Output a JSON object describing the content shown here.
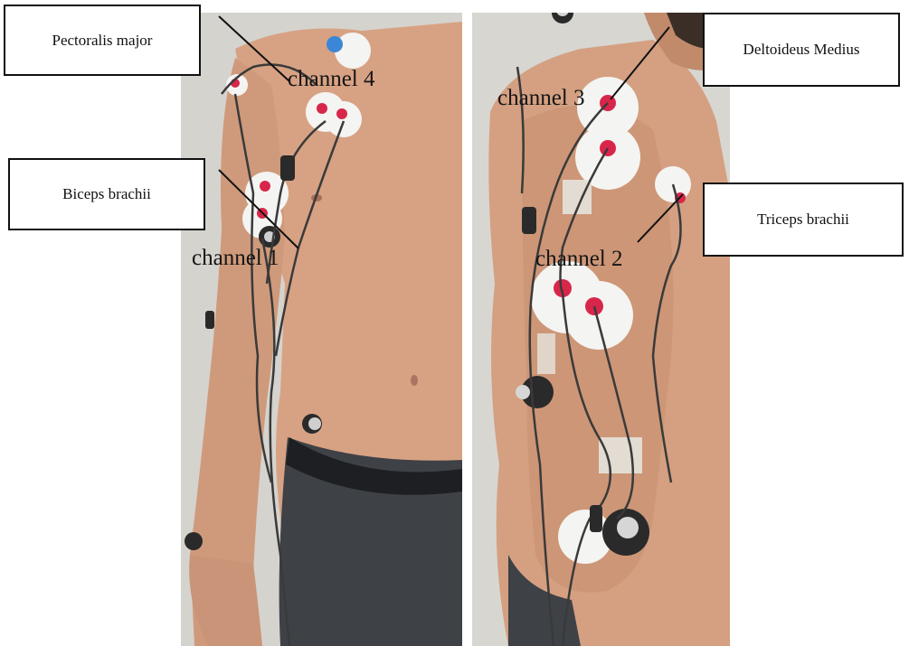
{
  "figure": {
    "labels": {
      "pectoralis": "Pectoralis major",
      "biceps": "Biceps brachii",
      "deltoideus": "Deltoideus Medius",
      "triceps": "Triceps brachii"
    },
    "channels": {
      "channel_4": "channel 4",
      "channel_1": "channel 1",
      "channel_3": "channel 3",
      "channel_2": "channel 2"
    },
    "colors": {
      "skin": "#d9a383",
      "shorts": "#3e4146",
      "electrode_pad": "#f4f4f2",
      "electrode_snap": "#d8264a",
      "wire": "#3a3a3a",
      "background": "#d4d2cd"
    }
  }
}
